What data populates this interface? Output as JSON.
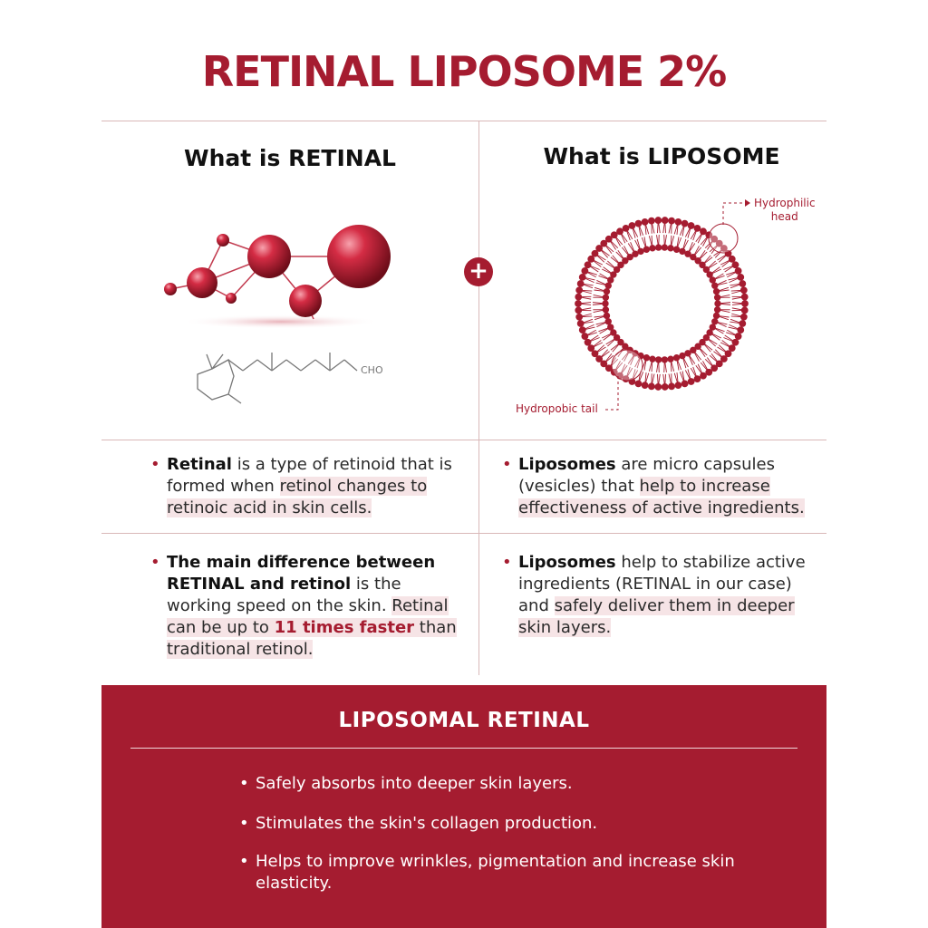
{
  "title": "RETINAL LIPOSOME 2%",
  "left": {
    "heading": "What is RETINAL",
    "formula_label": "CHO",
    "bullet1": {
      "bold": "Retinal",
      "text_a": " is a type of retinoid that is formed when ",
      "highlight": "retinol changes to retinoic acid in skin cells."
    },
    "bullet2": {
      "bold": "The main difference between RETINAL and retinol",
      "text_a": " is the working speed  on the skin. ",
      "hl_a": "Retinal can be up to ",
      "hl_red": "11 times faster",
      "hl_b": " than traditional retinol."
    }
  },
  "right": {
    "heading": "What is LIPOSOME",
    "label_head_line1": "Hydrophilic",
    "label_head_line2": "head",
    "label_tail": "Hydropobic tail",
    "bullet1": {
      "bold": "Liposomes",
      "text_a": " are micro capsules (vesicles) that ",
      "highlight": "help to increase effectiveness of active ingredients."
    },
    "bullet2": {
      "bold": "Liposomes",
      "text_a": " help to stabilize active ingredients (RETINAL in our case) and ",
      "highlight": "safely deliver them in deeper skin layers."
    }
  },
  "plus_symbol": "+",
  "bottom": {
    "title": "LIPOSOMAL RETINAL",
    "items": [
      "Safely absorbs into deeper skin layers.",
      "Stimulates the skin's collagen production.",
      "Helps to improve wrinkles, pigmentation and increase skin elasticity."
    ]
  },
  "colors": {
    "accent": "#a51c30",
    "highlight": "#f6e4e6",
    "rule": "#d9b8b8"
  }
}
